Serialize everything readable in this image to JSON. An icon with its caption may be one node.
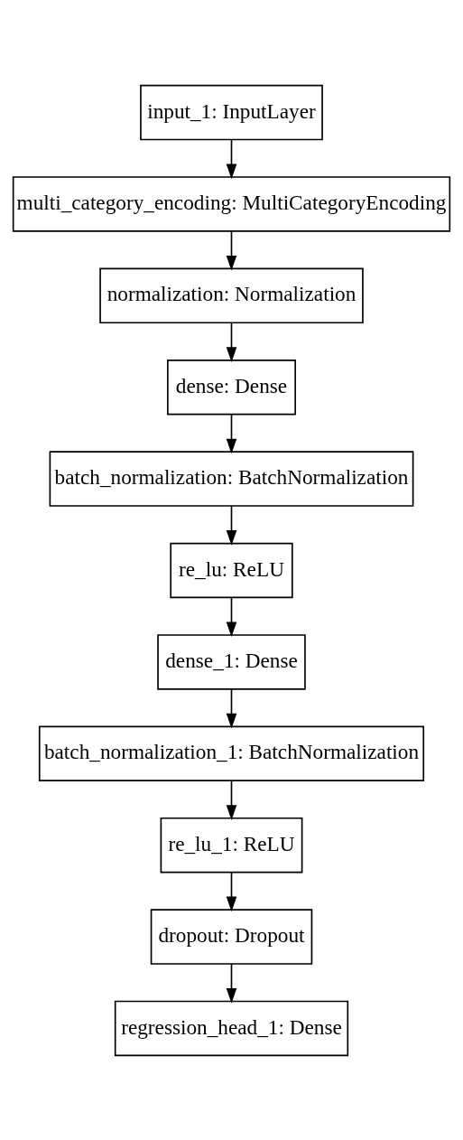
{
  "diagram": {
    "nodes": [
      {
        "text": [
          "input_1: InputLayer"
        ]
      },
      {
        "text": [
          "multi_category_encoding: MultiCategoryEncoding"
        ]
      },
      {
        "text": [
          "normalization: Normalization"
        ]
      },
      {
        "text": [
          "dense: Dense"
        ]
      },
      {
        "text": [
          "batch_normalization: BatchNormalization"
        ]
      },
      {
        "text": [
          "re_lu: ReLU"
        ]
      },
      {
        "text": [
          "dense_1: Dense"
        ]
      },
      {
        "text": [
          "batch_normalization_1: BatchNormalization"
        ]
      },
      {
        "text": [
          "re_lu_1: ReLU"
        ]
      },
      {
        "text": [
          "dropout: Dropout"
        ]
      },
      {
        "text": [
          "regression_head_1: Dense"
        ]
      }
    ],
    "edges": [
      {
        "from": 0,
        "to": 1,
        "arrow": "to"
      },
      {
        "from": 1,
        "to": 2,
        "arrow": "to"
      },
      {
        "from": 2,
        "to": 3,
        "arrow": "to"
      },
      {
        "from": 3,
        "to": 4,
        "arrow": "to"
      },
      {
        "from": 4,
        "to": 5,
        "arrow": "to"
      },
      {
        "from": 5,
        "to": 6,
        "arrow": "to"
      },
      {
        "from": 6,
        "to": 7,
        "arrow": "to"
      },
      {
        "from": 7,
        "to": 8,
        "arrow": "to"
      },
      {
        "from": 8,
        "to": 9,
        "arrow": "to"
      },
      {
        "from": 9,
        "to": 10,
        "arrow": "to"
      }
    ]
  }
}
